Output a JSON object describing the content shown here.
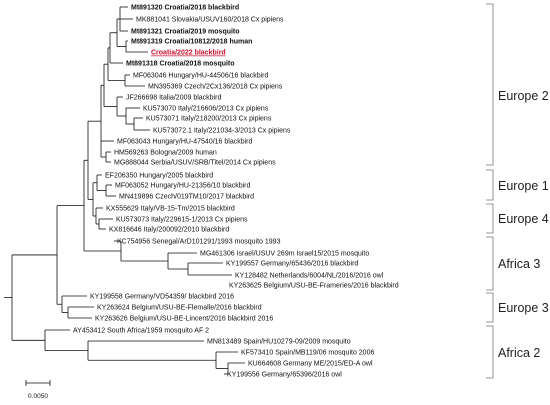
{
  "tree": {
    "taxa": [
      {
        "label": "Mt891320 Croatia/2018 blackbird",
        "style": "bold"
      },
      {
        "label": "MK881041 Slovakia/USUV160/2018 Cx pipiens",
        "style": "normal"
      },
      {
        "label": "Mt891321 Croatia/2019 mosquito",
        "style": "bold"
      },
      {
        "label": "Mt891319 Croatia/10812/2018 human",
        "style": "bold"
      },
      {
        "label": "Croatia/2022 blackbird",
        "style": "highlight"
      },
      {
        "label": "Mt891318 Croatia/2018 mosquito",
        "style": "bold"
      },
      {
        "label": "MF063046 Hungary/HU-44506/16 blackbird",
        "style": "normal"
      },
      {
        "label": "MN395369 Czech/2Cx136/2018 Cx pipiens",
        "style": "normal"
      },
      {
        "label": "JF266698 Italia/2009 blackbird",
        "style": "normal"
      },
      {
        "label": "KU573070 Italy/216606/2013 Cx pipiens",
        "style": "normal"
      },
      {
        "label": "KU573071 Italy/218200/2013 Cx pipiens",
        "style": "normal"
      },
      {
        "label": "KU573072.1 Italy/221034-3/2013 Cx pipiens",
        "style": "normal"
      },
      {
        "label": "MF063043 Hungary/HU-47540/16 blackbird",
        "style": "normal"
      },
      {
        "label": "HM569263 Bologna/2009 human",
        "style": "normal"
      },
      {
        "label": "MG888044 Serbia/USUV/SRB/Titel/2014 Cx pipiens",
        "style": "normal"
      },
      {
        "label": "EF206350 Hungary/2005 blackbird",
        "style": "normal"
      },
      {
        "label": "MF063052 Hungary/HU-21356/10 blackbird",
        "style": "normal"
      },
      {
        "label": "MN419896 Czech/019TM10/2017 blackbird",
        "style": "normal"
      },
      {
        "label": "KX555629 Italy/VB-15-Tm/2015 blackbird",
        "style": "normal"
      },
      {
        "label": "KU573073 Italy/229615-1/2013 Cx pipiens",
        "style": "normal"
      },
      {
        "label": "KX816646 Italy/200092/2010 blackbird",
        "style": "normal"
      },
      {
        "label": "KC754956 Senegal/ArD101291/1993 mosquito 1993",
        "style": "normal"
      },
      {
        "label": "MG461306 Israel/USUV 269m Israel15/2015 mosquito",
        "style": "normal"
      },
      {
        "label": "KY199557 Germany/65436/2016 blackbird",
        "style": "normal"
      },
      {
        "label": "KY128482 Netherlands/6004/NL/2016/2016 owl",
        "style": "normal"
      },
      {
        "label": "KY263625 Belgium/USU-BE-Frameries/2016 blackbird",
        "style": "normal"
      },
      {
        "label": "KY199558 Germany/VD54359/ blackbird 2016",
        "style": "normal"
      },
      {
        "label": "KY263624 Belgium/USU-BE-Flemalle/2016 blackbird",
        "style": "normal"
      },
      {
        "label": "KY263626 Belgium/USU-BE-Lincent/2016 blackbird 2016",
        "style": "normal"
      },
      {
        "label": "AY453412 South Africa/1959 mosquito AF 2",
        "style": "normal"
      },
      {
        "label": "MN813489 Spain/HU10279-09/2009 mosquito",
        "style": "normal"
      },
      {
        "label": "KF573410 Spain/MB119/06 mosquito 2006",
        "style": "normal"
      },
      {
        "label": "KU664608 Germany ME/2015/ED-A owl",
        "style": "normal"
      },
      {
        "label": "KY199556 Germany/65396/2016 owl",
        "style": "normal"
      }
    ],
    "clades": [
      {
        "label": "Europe 2"
      },
      {
        "label": "Europe 1"
      },
      {
        "label": "Europe 4"
      },
      {
        "label": "Africa 3"
      },
      {
        "label": "Europe 3"
      },
      {
        "label": "Africa 2"
      }
    ],
    "scale_bar": {
      "label": "0.0050"
    }
  }
}
